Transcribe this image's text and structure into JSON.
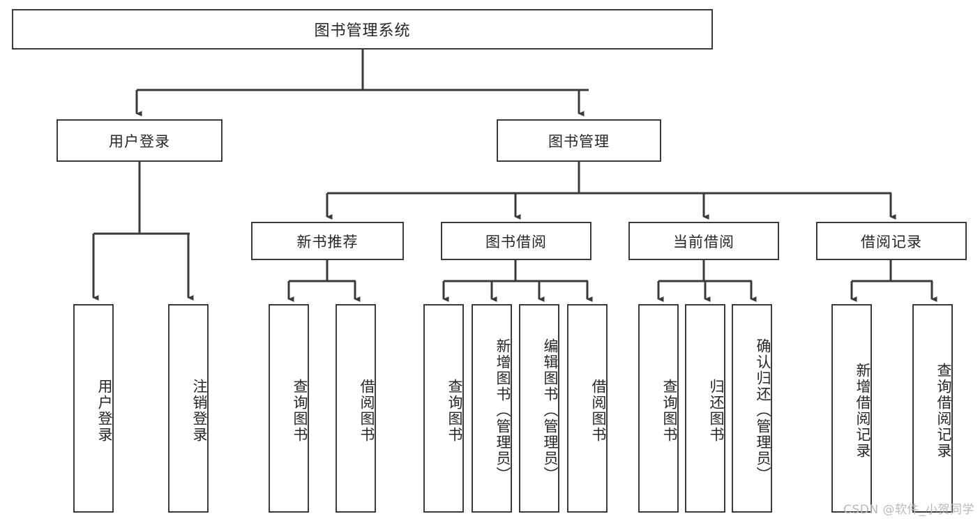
{
  "diagram": {
    "type": "tree-hierarchy-functional-decomposition",
    "root": {
      "id": "root",
      "label": "图书管理系统",
      "orientation": "horizontal"
    },
    "level1": [
      {
        "id": "user-login",
        "label": "用户登录",
        "orientation": "horizontal"
      },
      {
        "id": "book-management",
        "label": "图书管理",
        "orientation": "horizontal"
      }
    ],
    "level2": [
      {
        "id": "new-book-recommend",
        "label": "新书推荐",
        "parent": "book-management",
        "orientation": "horizontal"
      },
      {
        "id": "book-borrow",
        "label": "图书借阅",
        "parent": "book-management",
        "orientation": "horizontal"
      },
      {
        "id": "current-borrow",
        "label": "当前借阅",
        "parent": "book-management",
        "orientation": "horizontal"
      },
      {
        "id": "borrow-record",
        "label": "借阅记录",
        "parent": "book-management",
        "orientation": "horizontal"
      }
    ],
    "leaves": [
      {
        "id": "leaf-user-login",
        "label": "用户登录",
        "parent": "user-login",
        "orientation": "vertical"
      },
      {
        "id": "leaf-user-logout",
        "label": "注销登录",
        "parent": "user-login",
        "orientation": "vertical"
      },
      {
        "id": "leaf-query-book-1",
        "label": "查询图书",
        "parent": "new-book-recommend",
        "orientation": "vertical"
      },
      {
        "id": "leaf-borrow-book-1",
        "label": "借阅图书",
        "parent": "new-book-recommend",
        "orientation": "vertical"
      },
      {
        "id": "leaf-query-book-2",
        "label": "查询图书",
        "parent": "book-borrow",
        "orientation": "vertical"
      },
      {
        "id": "leaf-add-book",
        "label": "新增图书（管理员）",
        "parent": "book-borrow",
        "orientation": "vertical"
      },
      {
        "id": "leaf-edit-book",
        "label": "编辑图书（管理员）",
        "parent": "book-borrow",
        "orientation": "vertical"
      },
      {
        "id": "leaf-borrow-book-2",
        "label": "借阅图书",
        "parent": "book-borrow",
        "orientation": "vertical"
      },
      {
        "id": "leaf-query-book-3",
        "label": "查询图书",
        "parent": "current-borrow",
        "orientation": "vertical"
      },
      {
        "id": "leaf-return-book",
        "label": "归还图书",
        "parent": "current-borrow",
        "orientation": "vertical"
      },
      {
        "id": "leaf-confirm-return",
        "label": "确认归还（管理员）",
        "parent": "current-borrow",
        "orientation": "vertical"
      },
      {
        "id": "leaf-add-borrow-record",
        "label": "新增借阅记录",
        "parent": "borrow-record",
        "orientation": "vertical"
      },
      {
        "id": "leaf-query-borrow-record",
        "label": "查询借阅记录",
        "parent": "borrow-record",
        "orientation": "vertical"
      }
    ],
    "colors": {
      "background": "#ffffff",
      "box_border": "#3a3a3a",
      "box_fill": "#ffffff",
      "text": "#262626",
      "connector": "#3a3a3a",
      "watermark": "#b9b9b9"
    }
  },
  "watermark": {
    "text": "CSDN @软件_小贺同学"
  }
}
